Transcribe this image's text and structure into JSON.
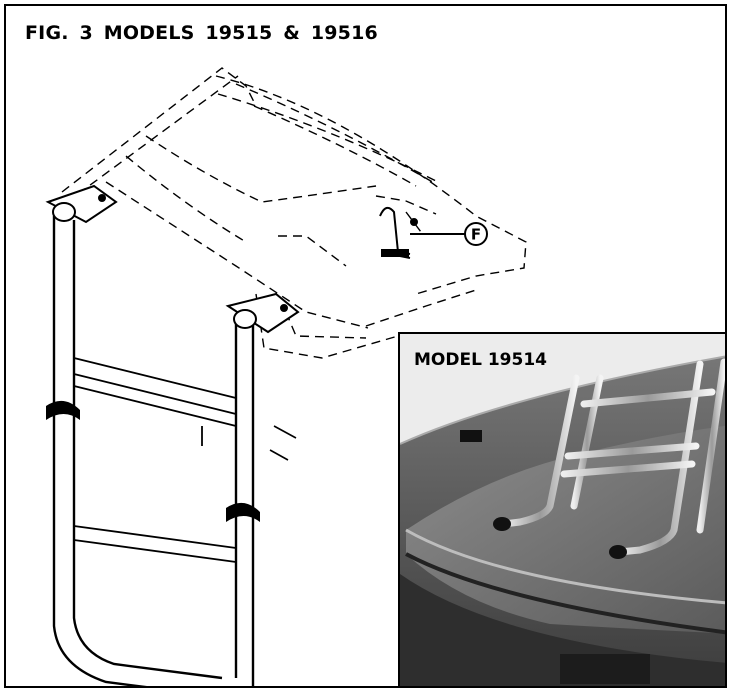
{
  "figure": {
    "title": "FIG. 3   MODELS 19515 & 19516",
    "callout_label": "F"
  },
  "inset": {
    "label": "MODEL 19514"
  }
}
